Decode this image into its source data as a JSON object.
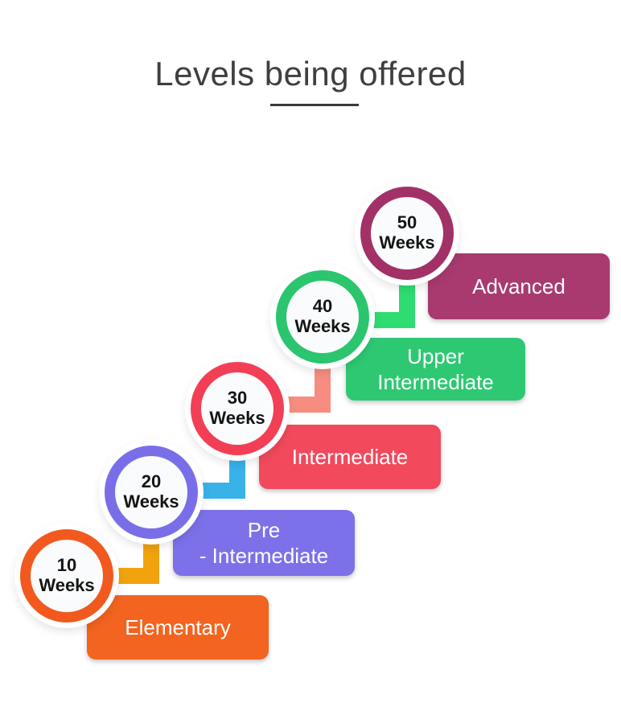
{
  "page": {
    "background": "#FFFFFF"
  },
  "title": {
    "text": "Levels being offered",
    "color": "#3F3F3F",
    "underline_color": "#3A3A3A"
  },
  "levels": [
    {
      "name": "Advanced",
      "weeks": "50\nWeeks",
      "label": "Advanced",
      "ring_color": "#A23168",
      "box_color": "#A83A70"
    },
    {
      "name": "Upper Intermediate",
      "weeks": "40\nWeeks",
      "label": "Upper\nIntermediate",
      "ring_color": "#2BC56E",
      "box_color": "#2EC873"
    },
    {
      "name": "Intermediate",
      "weeks": "30\nWeeks",
      "label": "Intermediate",
      "ring_color": "#F23F55",
      "box_color": "#F2495D"
    },
    {
      "name": "Pre - Intermediate",
      "weeks": "20\nWeeks",
      "label": "Pre\n- Intermediate",
      "ring_color": "#7A6EE8",
      "box_color": "#7C71E9"
    },
    {
      "name": "Elementary",
      "weeks": "10\nWeeks",
      "label": "Elementary",
      "ring_color": "#F1591F",
      "box_color": "#F2641F"
    }
  ],
  "connectors": [
    {
      "from": "40 Weeks",
      "to": "50 Weeks",
      "color": "#2EDC71"
    },
    {
      "from": "30 Weeks",
      "to": "40 Weeks",
      "color": "#F68D80"
    },
    {
      "from": "20 Weeks",
      "to": "30 Weeks",
      "color": "#38B2E9"
    },
    {
      "from": "10 Weeks",
      "to": "20 Weeks",
      "color": "#F0A30C"
    }
  ]
}
